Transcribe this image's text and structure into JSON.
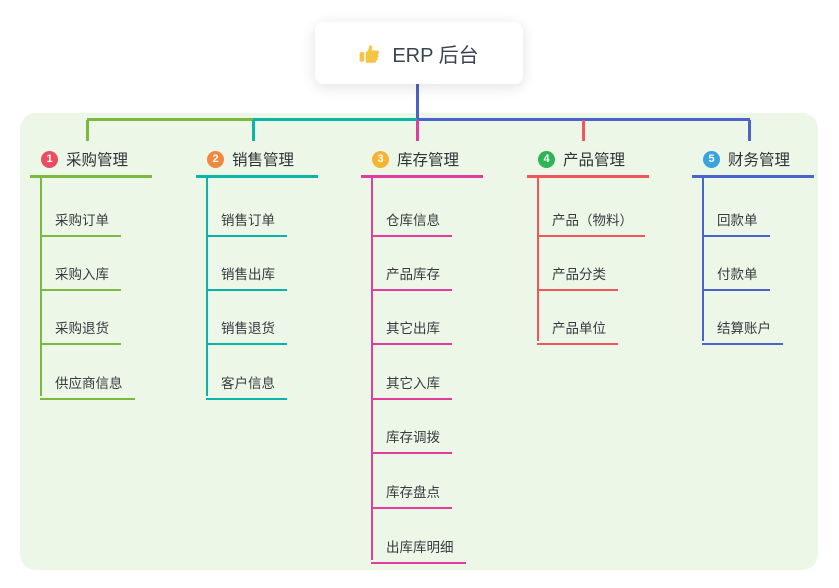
{
  "root": {
    "title": "ERP 后台"
  },
  "colors": {
    "panel_bg": "#ecf7e8",
    "root_connector": "#4a63c8",
    "text_dark": "#2e3338",
    "thumb_yellow": "#f6c445"
  },
  "branches": [
    {
      "num": "1",
      "label": "采购管理",
      "badge_color": "#ea4c62",
      "line_color": "#7cb93e",
      "children": [
        "采购订单",
        "采购入库",
        "采购退货",
        "供应商信息"
      ]
    },
    {
      "num": "2",
      "label": "销售管理",
      "badge_color": "#f0883f",
      "line_color": "#0cb3a8",
      "children": [
        "销售订单",
        "销售出库",
        "销售退货",
        "客户信息"
      ]
    },
    {
      "num": "3",
      "label": "库存管理",
      "badge_color": "#f6b432",
      "line_color": "#e23c9f",
      "children": [
        "仓库信息",
        "产品库存",
        "其它出库",
        "其它入库",
        "库存调拨",
        "库存盘点",
        "出库库明细"
      ]
    },
    {
      "num": "4",
      "label": "产品管理",
      "badge_color": "#2fb456",
      "line_color": "#f0575c",
      "children": [
        "产品（物料）",
        "产品分类",
        "产品单位"
      ]
    },
    {
      "num": "5",
      "label": "财务管理",
      "badge_color": "#38a3dc",
      "line_color": "#4a63c8",
      "children": [
        "回款单",
        "付款单",
        "结算账户"
      ]
    }
  ]
}
